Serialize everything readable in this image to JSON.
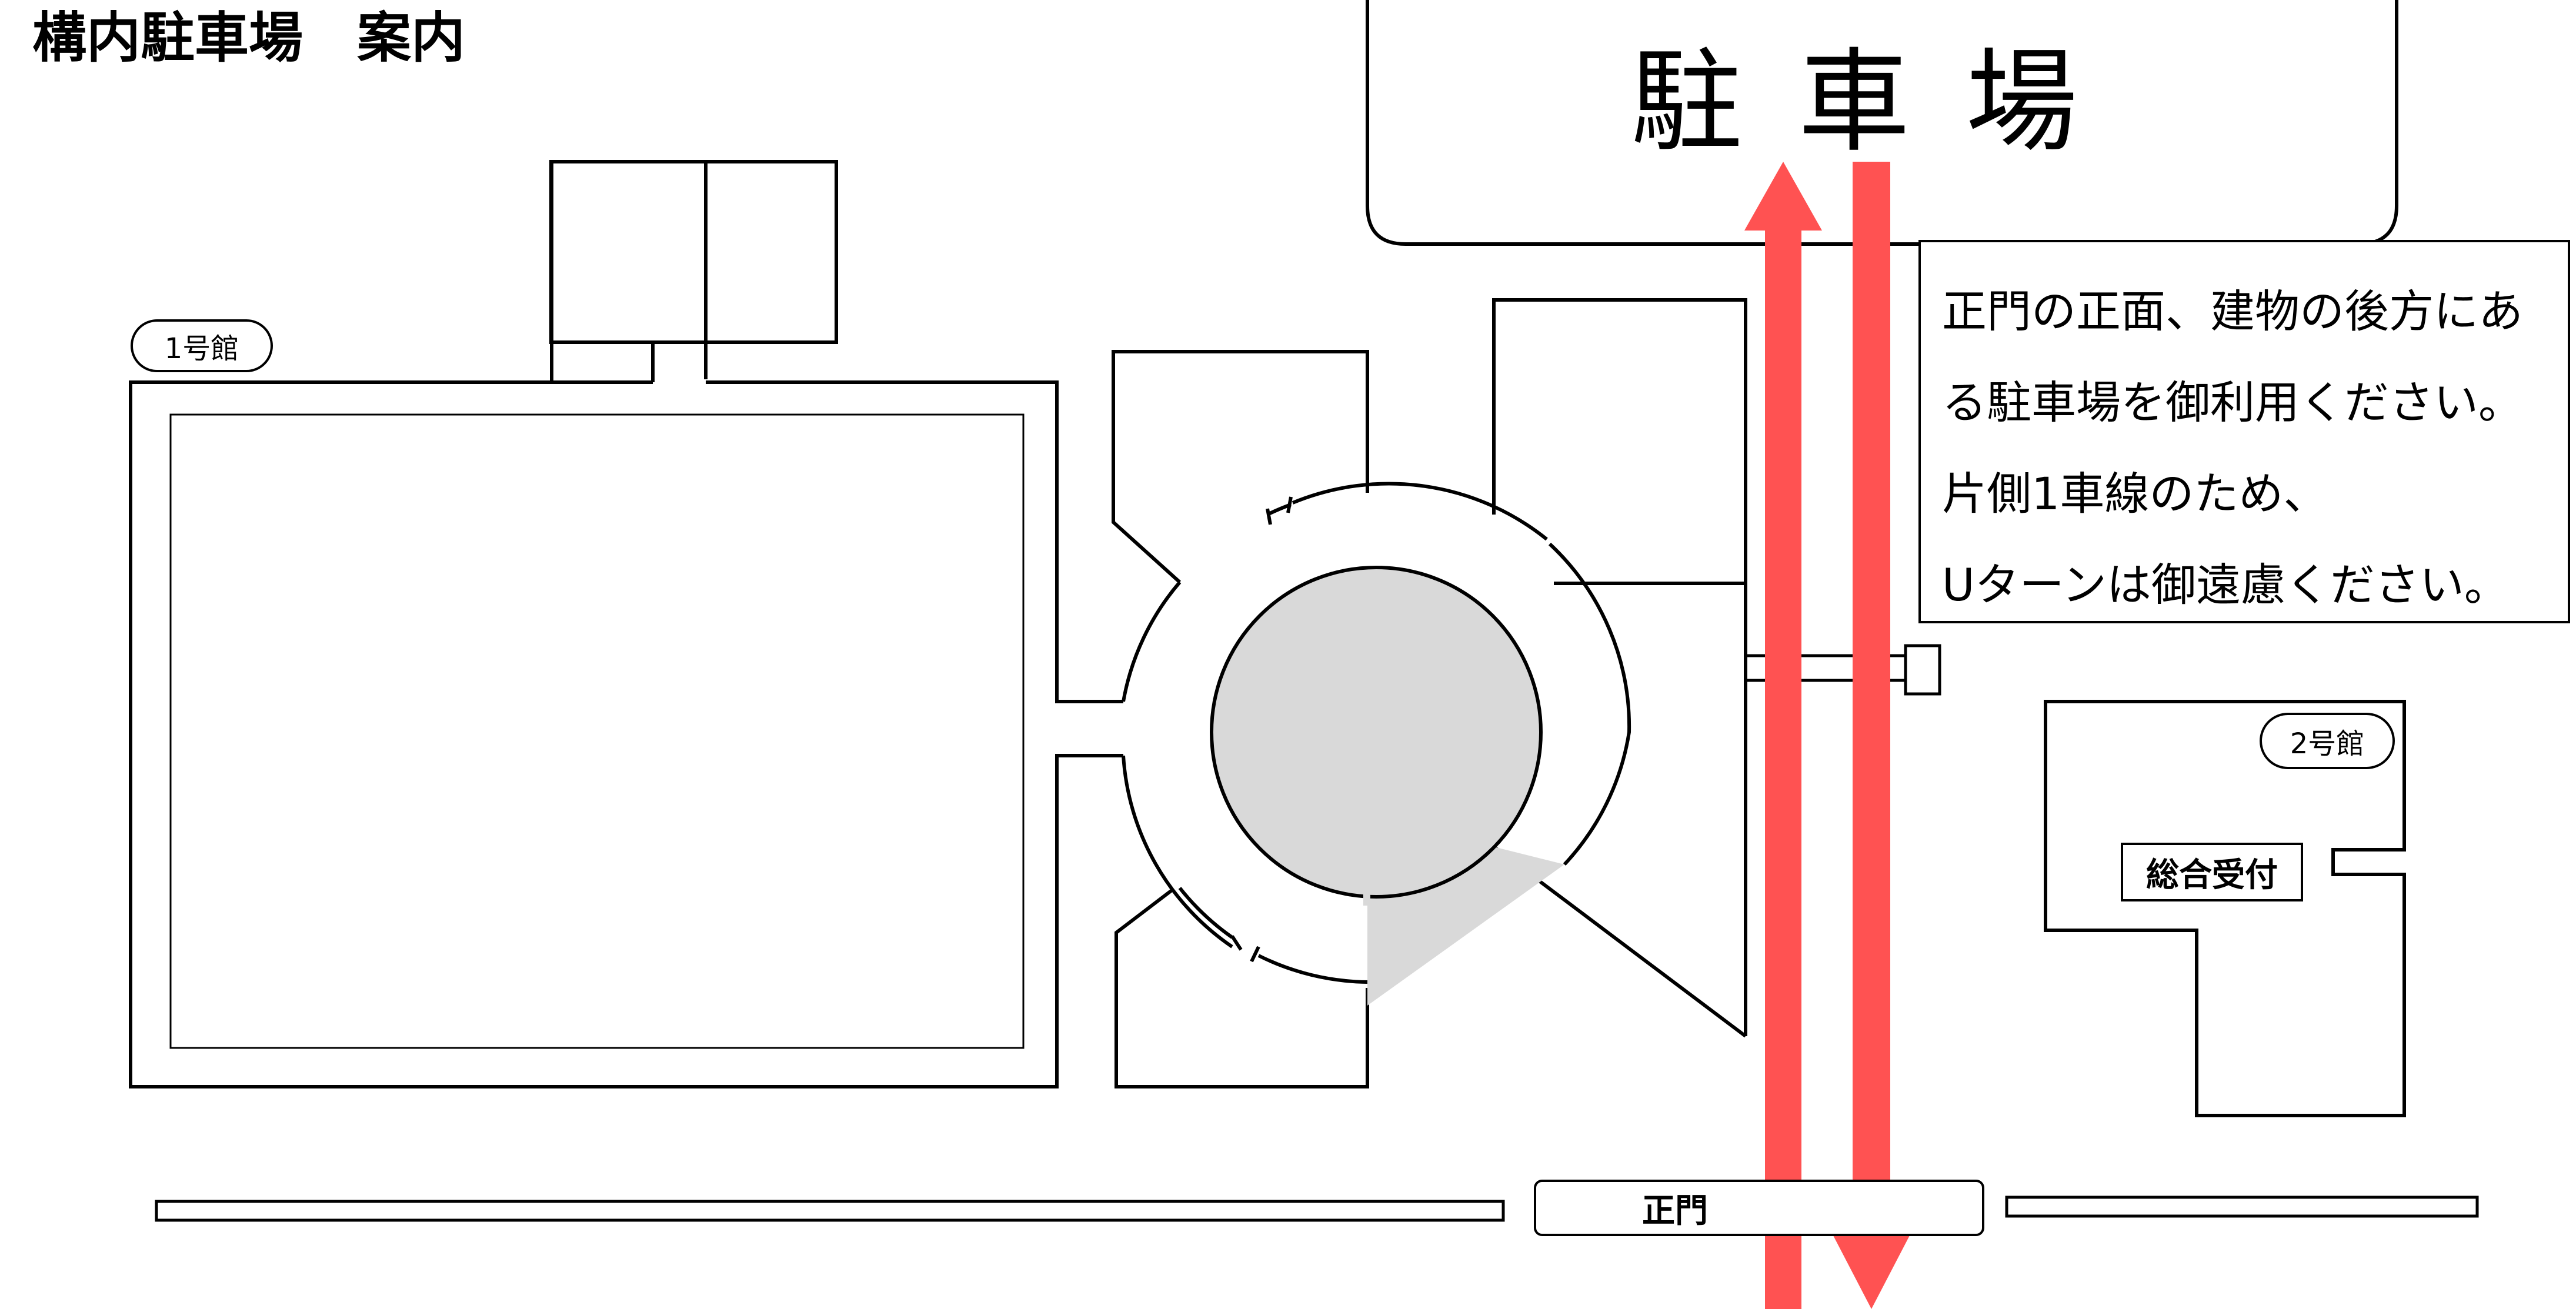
{
  "map": {
    "title": "構内駐車場　案内",
    "parking_area_label": "駐車場",
    "buildings": {
      "building1_label": "1号館",
      "building2_label": "2号館"
    },
    "reception_label": "総合受付",
    "main_gate_label": "正門",
    "note_lines": [
      "正門の正面、建物の後方にあ",
      "る駐車場を御利用ください。",
      "片側1車線のため、",
      "Uターンは御遠慮ください。"
    ],
    "colors": {
      "route_arrow": "#ff5252",
      "roundabout_center": "#d9d9d9",
      "line": "#000000"
    },
    "icons": {
      "entry_arrow": "arrow-up-icon",
      "exit_arrow": "arrow-down-icon"
    }
  }
}
